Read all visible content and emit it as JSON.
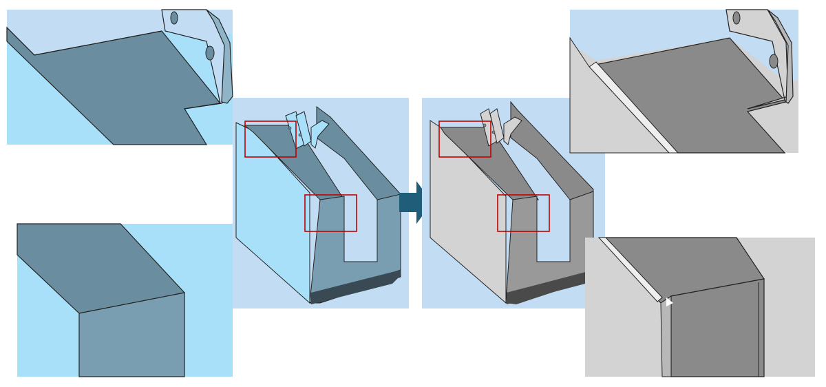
{
  "figure": {
    "panels": [
      {
        "id": "before-model",
        "style": "solid body, blue shaded"
      },
      {
        "id": "after-model",
        "style": "sheet metal, grey shaded"
      }
    ],
    "detail_views": [
      {
        "id": "before-top-detail",
        "source": "before-model"
      },
      {
        "id": "before-corner-detail",
        "source": "before-model"
      },
      {
        "id": "after-top-detail",
        "source": "after-model"
      },
      {
        "id": "after-corner-detail",
        "source": "after-model"
      }
    ],
    "connector": {
      "icon": "arrow-right-icon",
      "color": "#1f5d78"
    },
    "highlight": {
      "shape": "rectangle",
      "count_per_model": 2,
      "color": "#c00000"
    },
    "colors": {
      "before_background": "#c2dcf3",
      "before_face_light": "#a8e0fa",
      "before_face_dark": "#6a8ea0",
      "before_face_mid": "#7a9eb1",
      "after_background": "#c2dcf3",
      "after_face_light": "#d3d3d3",
      "after_face_dark": "#8a8a8a",
      "after_bottom": "#4a4a4a",
      "before_bottom": "#3a4a54",
      "edge": "#222222"
    }
  }
}
